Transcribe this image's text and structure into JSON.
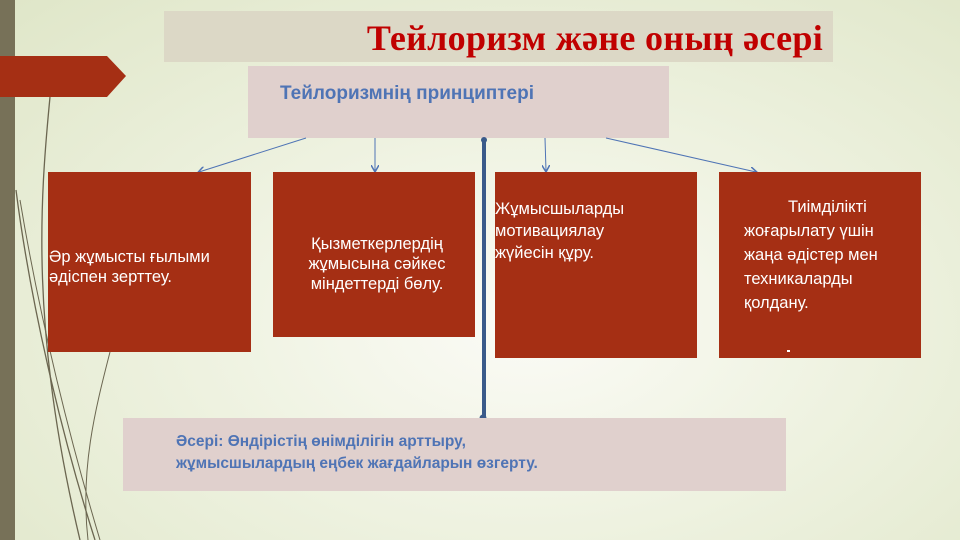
{
  "slide": {
    "title": "Тейлоризм және оның әсері",
    "principles_heading": "Тейлоризмнің принциптері",
    "principles": [
      {
        "lines": [
          "Әр жұмысты ғылыми",
          "әдіспен зерттеу."
        ]
      },
      {
        "lines": [
          "Қызметкерлердің",
          "жұмысына сәйкес",
          "міндеттерді бөлу."
        ]
      },
      {
        "lines": [
          "Жұмысшыларды",
          "мотивациялау",
          "жүйесін құру."
        ]
      },
      {
        "lines": [
          "Тиімділікті",
          "жоғарылату үшін",
          "жаңа әдістер мен",
          "техникаларды",
          "қолдану."
        ]
      }
    ],
    "effect": {
      "line1": "Әсері: Өндірістің өнімділігін арттыру,",
      "line2": "жұмысшылардың еңбек жағдайларын өзгерту."
    }
  },
  "colors": {
    "card_red": "#a52f14",
    "title_red": "#c00000",
    "heading_blue": "#4f74b5",
    "pink_box": "#e0d0cd",
    "title_box": "#dcd8c6",
    "connector_blue": "#3a5a8a",
    "sidebar_olive": "#777158"
  }
}
